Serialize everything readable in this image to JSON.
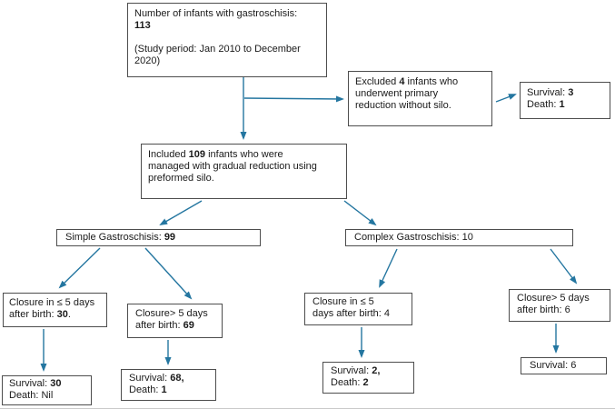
{
  "diagram": {
    "type": "flowchart",
    "topic": "Infants with gastroschisis study flow",
    "arrow_color": "#2476a0",
    "box_border_color": "#4d4d4d",
    "nodes": [
      {
        "id": "total",
        "lines": [
          [
            {
              "t": "Number of infants with gastroschisis:"
            }
          ],
          [
            {
              "t": "113",
              "b": true
            }
          ],
          [
            {
              "t": ""
            }
          ],
          [
            {
              "t": "(Study period: Jan 2010 to December"
            }
          ],
          [
            {
              "t": "2020)"
            }
          ]
        ]
      },
      {
        "id": "excluded",
        "lines": [
          [
            {
              "t": "Excluded "
            },
            {
              "t": "4",
              "b": true
            },
            {
              "t": " infants who"
            }
          ],
          [
            {
              "t": "underwent primary"
            }
          ],
          [
            {
              "t": "reduction without silo."
            }
          ]
        ]
      },
      {
        "id": "survival_excluded",
        "lines": [
          [
            {
              "t": "Survival: "
            },
            {
              "t": "3",
              "b": true
            }
          ],
          [
            {
              "t": "Death: "
            },
            {
              "t": "1",
              "b": true
            }
          ]
        ]
      },
      {
        "id": "included",
        "lines": [
          [
            {
              "t": "Included "
            },
            {
              "t": "109",
              "b": true
            },
            {
              "t": " infants who were"
            }
          ],
          [
            {
              "t": "managed with gradual reduction using"
            }
          ],
          [
            {
              "t": "preformed silo."
            }
          ]
        ]
      },
      {
        "id": "simple",
        "lines": [
          [
            {
              "t": "Simple Gastroschisis: "
            },
            {
              "t": "99",
              "b": true
            }
          ]
        ]
      },
      {
        "id": "complex",
        "lines": [
          [
            {
              "t": "Complex Gastroschisis: 10"
            }
          ]
        ]
      },
      {
        "id": "closure_simple_early",
        "lines": [
          [
            {
              "t": "Closure in ≤ 5 days"
            }
          ],
          [
            {
              "t": "after birth: "
            },
            {
              "t": "30",
              "b": true
            },
            {
              "t": "."
            }
          ]
        ]
      },
      {
        "id": "closure_simple_late",
        "lines": [
          [
            {
              "t": "Closure> 5 days"
            }
          ],
          [
            {
              "t": "after birth: "
            },
            {
              "t": "69",
              "b": true
            }
          ]
        ]
      },
      {
        "id": "closure_complex_early",
        "lines": [
          [
            {
              "t": "Closure in ≤ 5"
            }
          ],
          [
            {
              "t": "days after birth: 4"
            }
          ]
        ]
      },
      {
        "id": "closure_complex_late",
        "lines": [
          [
            {
              "t": "Closure> 5 days"
            }
          ],
          [
            {
              "t": "after birth: 6"
            }
          ]
        ]
      },
      {
        "id": "survival_simple_early",
        "lines": [
          [
            {
              "t": "Survival: "
            },
            {
              "t": "30",
              "b": true
            }
          ],
          [
            {
              "t": "Death: Nil"
            }
          ]
        ]
      },
      {
        "id": "survival_simple_late",
        "lines": [
          [
            {
              "t": "Survival: "
            },
            {
              "t": "68,",
              "b": true
            }
          ],
          [
            {
              "t": "Death: "
            },
            {
              "t": "1",
              "b": true
            }
          ]
        ]
      },
      {
        "id": "survival_complex_early",
        "lines": [
          [
            {
              "t": "Survival: "
            },
            {
              "t": "2,",
              "b": true
            }
          ],
          [
            {
              "t": "Death: "
            },
            {
              "t": "2",
              "b": true
            }
          ]
        ]
      },
      {
        "id": "survival_complex_late",
        "lines": [
          [
            {
              "t": "Survival: 6"
            }
          ]
        ]
      }
    ],
    "edges": [
      {
        "from": "total",
        "to": "included",
        "points": [
          [
            268,
            84
          ],
          [
            268,
            152
          ]
        ]
      },
      {
        "from": "total",
        "to": "excluded",
        "points": [
          [
            269,
            108
          ],
          [
            377,
            109
          ]
        ]
      },
      {
        "from": "excluded",
        "to": "survival_excluded",
        "points": [
          [
            546,
            112
          ],
          [
            567,
            104
          ]
        ]
      },
      {
        "from": "included",
        "to": "simple",
        "points": [
          [
            222,
            221
          ],
          [
            177,
            247
          ]
        ]
      },
      {
        "from": "included",
        "to": "complex",
        "points": [
          [
            379,
            221
          ],
          [
            413,
            247
          ]
        ]
      },
      {
        "from": "simple",
        "to": "closure_simple_early",
        "points": [
          [
            110,
            273
          ],
          [
            66,
            316
          ]
        ]
      },
      {
        "from": "simple",
        "to": "closure_simple_late",
        "points": [
          [
            160,
            273
          ],
          [
            210,
            328
          ]
        ]
      },
      {
        "from": "complex",
        "to": "closure_complex_early",
        "points": [
          [
            437,
            274
          ],
          [
            418,
            315
          ]
        ]
      },
      {
        "from": "complex",
        "to": "closure_complex_late",
        "points": [
          [
            606,
            274
          ],
          [
            634,
            311
          ]
        ]
      },
      {
        "from": "closure_simple_early",
        "to": "survival_simple_early",
        "points": [
          [
            48,
            362
          ],
          [
            48,
            407
          ]
        ]
      },
      {
        "from": "closure_simple_late",
        "to": "survival_simple_late",
        "points": [
          [
            185,
            374
          ],
          [
            185,
            400
          ]
        ]
      },
      {
        "from": "closure_complex_early",
        "to": "survival_complex_early",
        "points": [
          [
            398,
            360
          ],
          [
            398,
            392
          ]
        ]
      },
      {
        "from": "closure_complex_late",
        "to": "survival_complex_late",
        "points": [
          [
            612,
            356
          ],
          [
            612,
            387
          ]
        ]
      }
    ]
  }
}
